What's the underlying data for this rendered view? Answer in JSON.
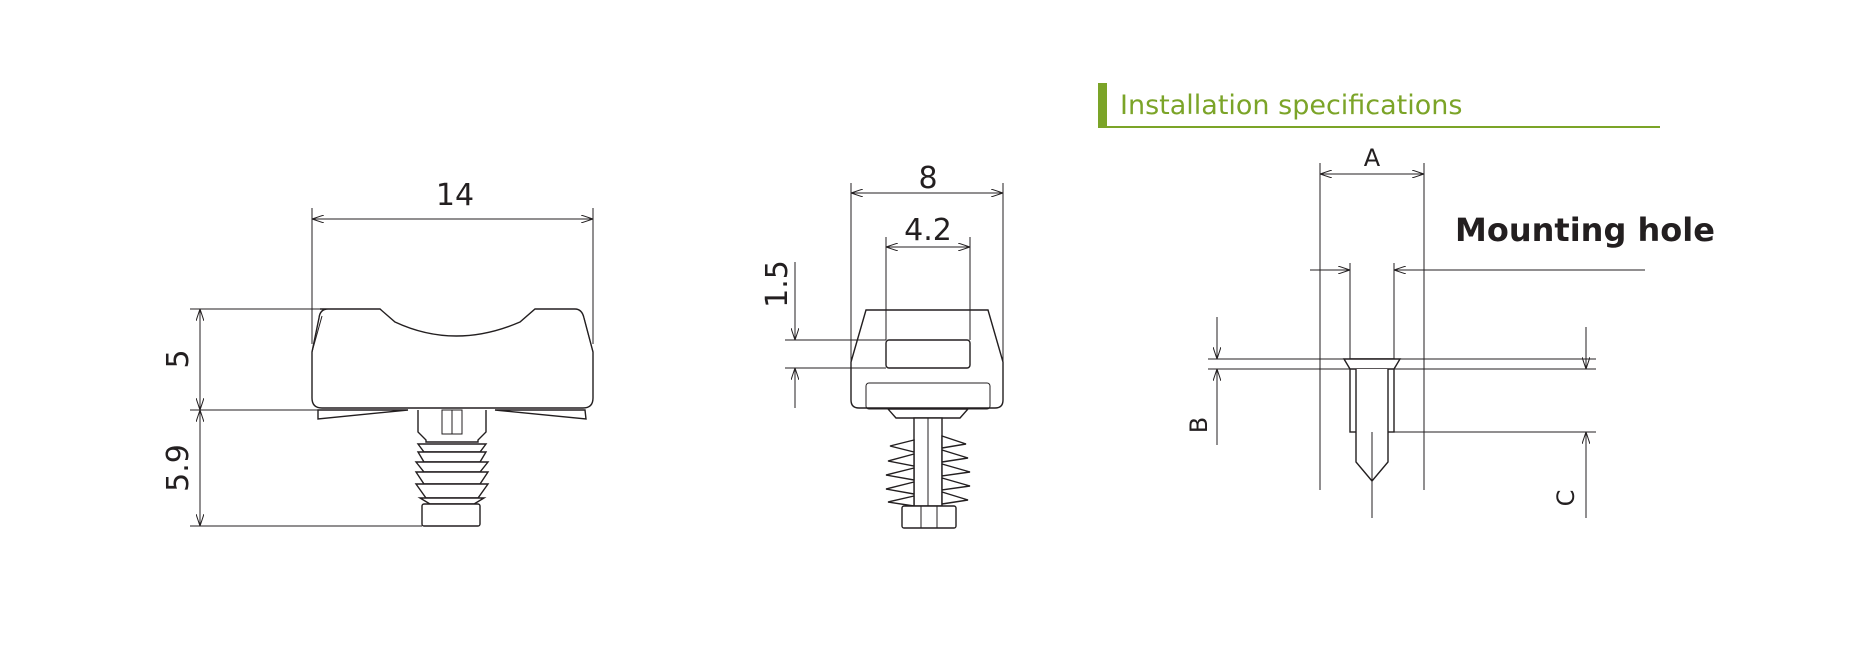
{
  "heading": "Installation specifications",
  "mounting_hole_label": "Mounting hole",
  "side_view": {
    "width": "14",
    "head_height": "5",
    "shank_height": "5.9"
  },
  "front_view": {
    "width": "8",
    "slot_width": "4.2",
    "slot_height": "1.5"
  },
  "hole_spec": {
    "a": "A",
    "b": "B",
    "c": "C"
  },
  "colors": {
    "accent": "#7ba428",
    "line": "#231f20"
  }
}
